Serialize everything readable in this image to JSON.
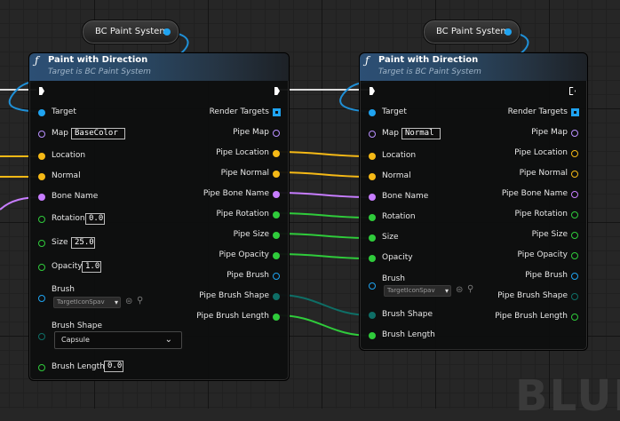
{
  "colors": {
    "object": "#1fa3f0",
    "texture": "#b990ff",
    "vector": "#f5b916",
    "name": "#c77dff",
    "float": "#2fcb3b",
    "brush_shape": "#0e6e66",
    "exec": "#ffffff"
  },
  "get_nodes": [
    {
      "label": "BC Paint System"
    },
    {
      "label": "BC Paint System"
    }
  ],
  "nodes": [
    {
      "title": "Paint with Direction",
      "subtitle": "Target is BC Paint System",
      "function_icon": "ƒ",
      "inputs": {
        "target": "Target",
        "map": "Map",
        "map_value": "BaseColor",
        "location": "Location",
        "normal": "Normal",
        "bone_name": "Bone Name",
        "rotation": "Rotation",
        "rotation_value": "0.0",
        "size": "Size",
        "size_value": "25.0",
        "opacity": "Opacity",
        "opacity_value": "1.0",
        "brush": "Brush",
        "brush_value": "TargetIconSpav",
        "brush_shape": "Brush Shape",
        "brush_shape_value": "Capsule",
        "brush_length": "Brush Length",
        "brush_length_value": "0.0"
      },
      "outputs": {
        "render_targets": "Render Targets",
        "pipe_map": "Pipe Map",
        "pipe_location": "Pipe Location",
        "pipe_normal": "Pipe Normal",
        "pipe_bone_name": "Pipe Bone Name",
        "pipe_rotation": "Pipe Rotation",
        "pipe_size": "Pipe Size",
        "pipe_opacity": "Pipe Opacity",
        "pipe_brush": "Pipe Brush",
        "pipe_brush_shape": "Pipe Brush Shape",
        "pipe_brush_length": "Pipe Brush Length"
      }
    },
    {
      "title": "Paint with Direction",
      "subtitle": "Target is BC Paint System",
      "function_icon": "ƒ",
      "inputs": {
        "target": "Target",
        "map": "Map",
        "map_value": "Normal",
        "location": "Location",
        "normal": "Normal",
        "bone_name": "Bone Name",
        "rotation": "Rotation",
        "size": "Size",
        "opacity": "Opacity",
        "brush": "Brush",
        "brush_value": "TargetIconSpav",
        "brush_shape": "Brush Shape",
        "brush_length": "Brush Length"
      },
      "outputs": {
        "render_targets": "Render Targets",
        "pipe_map": "Pipe Map",
        "pipe_location": "Pipe Location",
        "pipe_normal": "Pipe Normal",
        "pipe_bone_name": "Pipe Bone Name",
        "pipe_rotation": "Pipe Rotation",
        "pipe_size": "Pipe Size",
        "pipe_opacity": "Pipe Opacity",
        "pipe_brush": "Pipe Brush",
        "pipe_brush_shape": "Pipe Brush Shape",
        "pipe_brush_length": "Pipe Brush Length"
      }
    }
  ],
  "watermark": "BLUE"
}
